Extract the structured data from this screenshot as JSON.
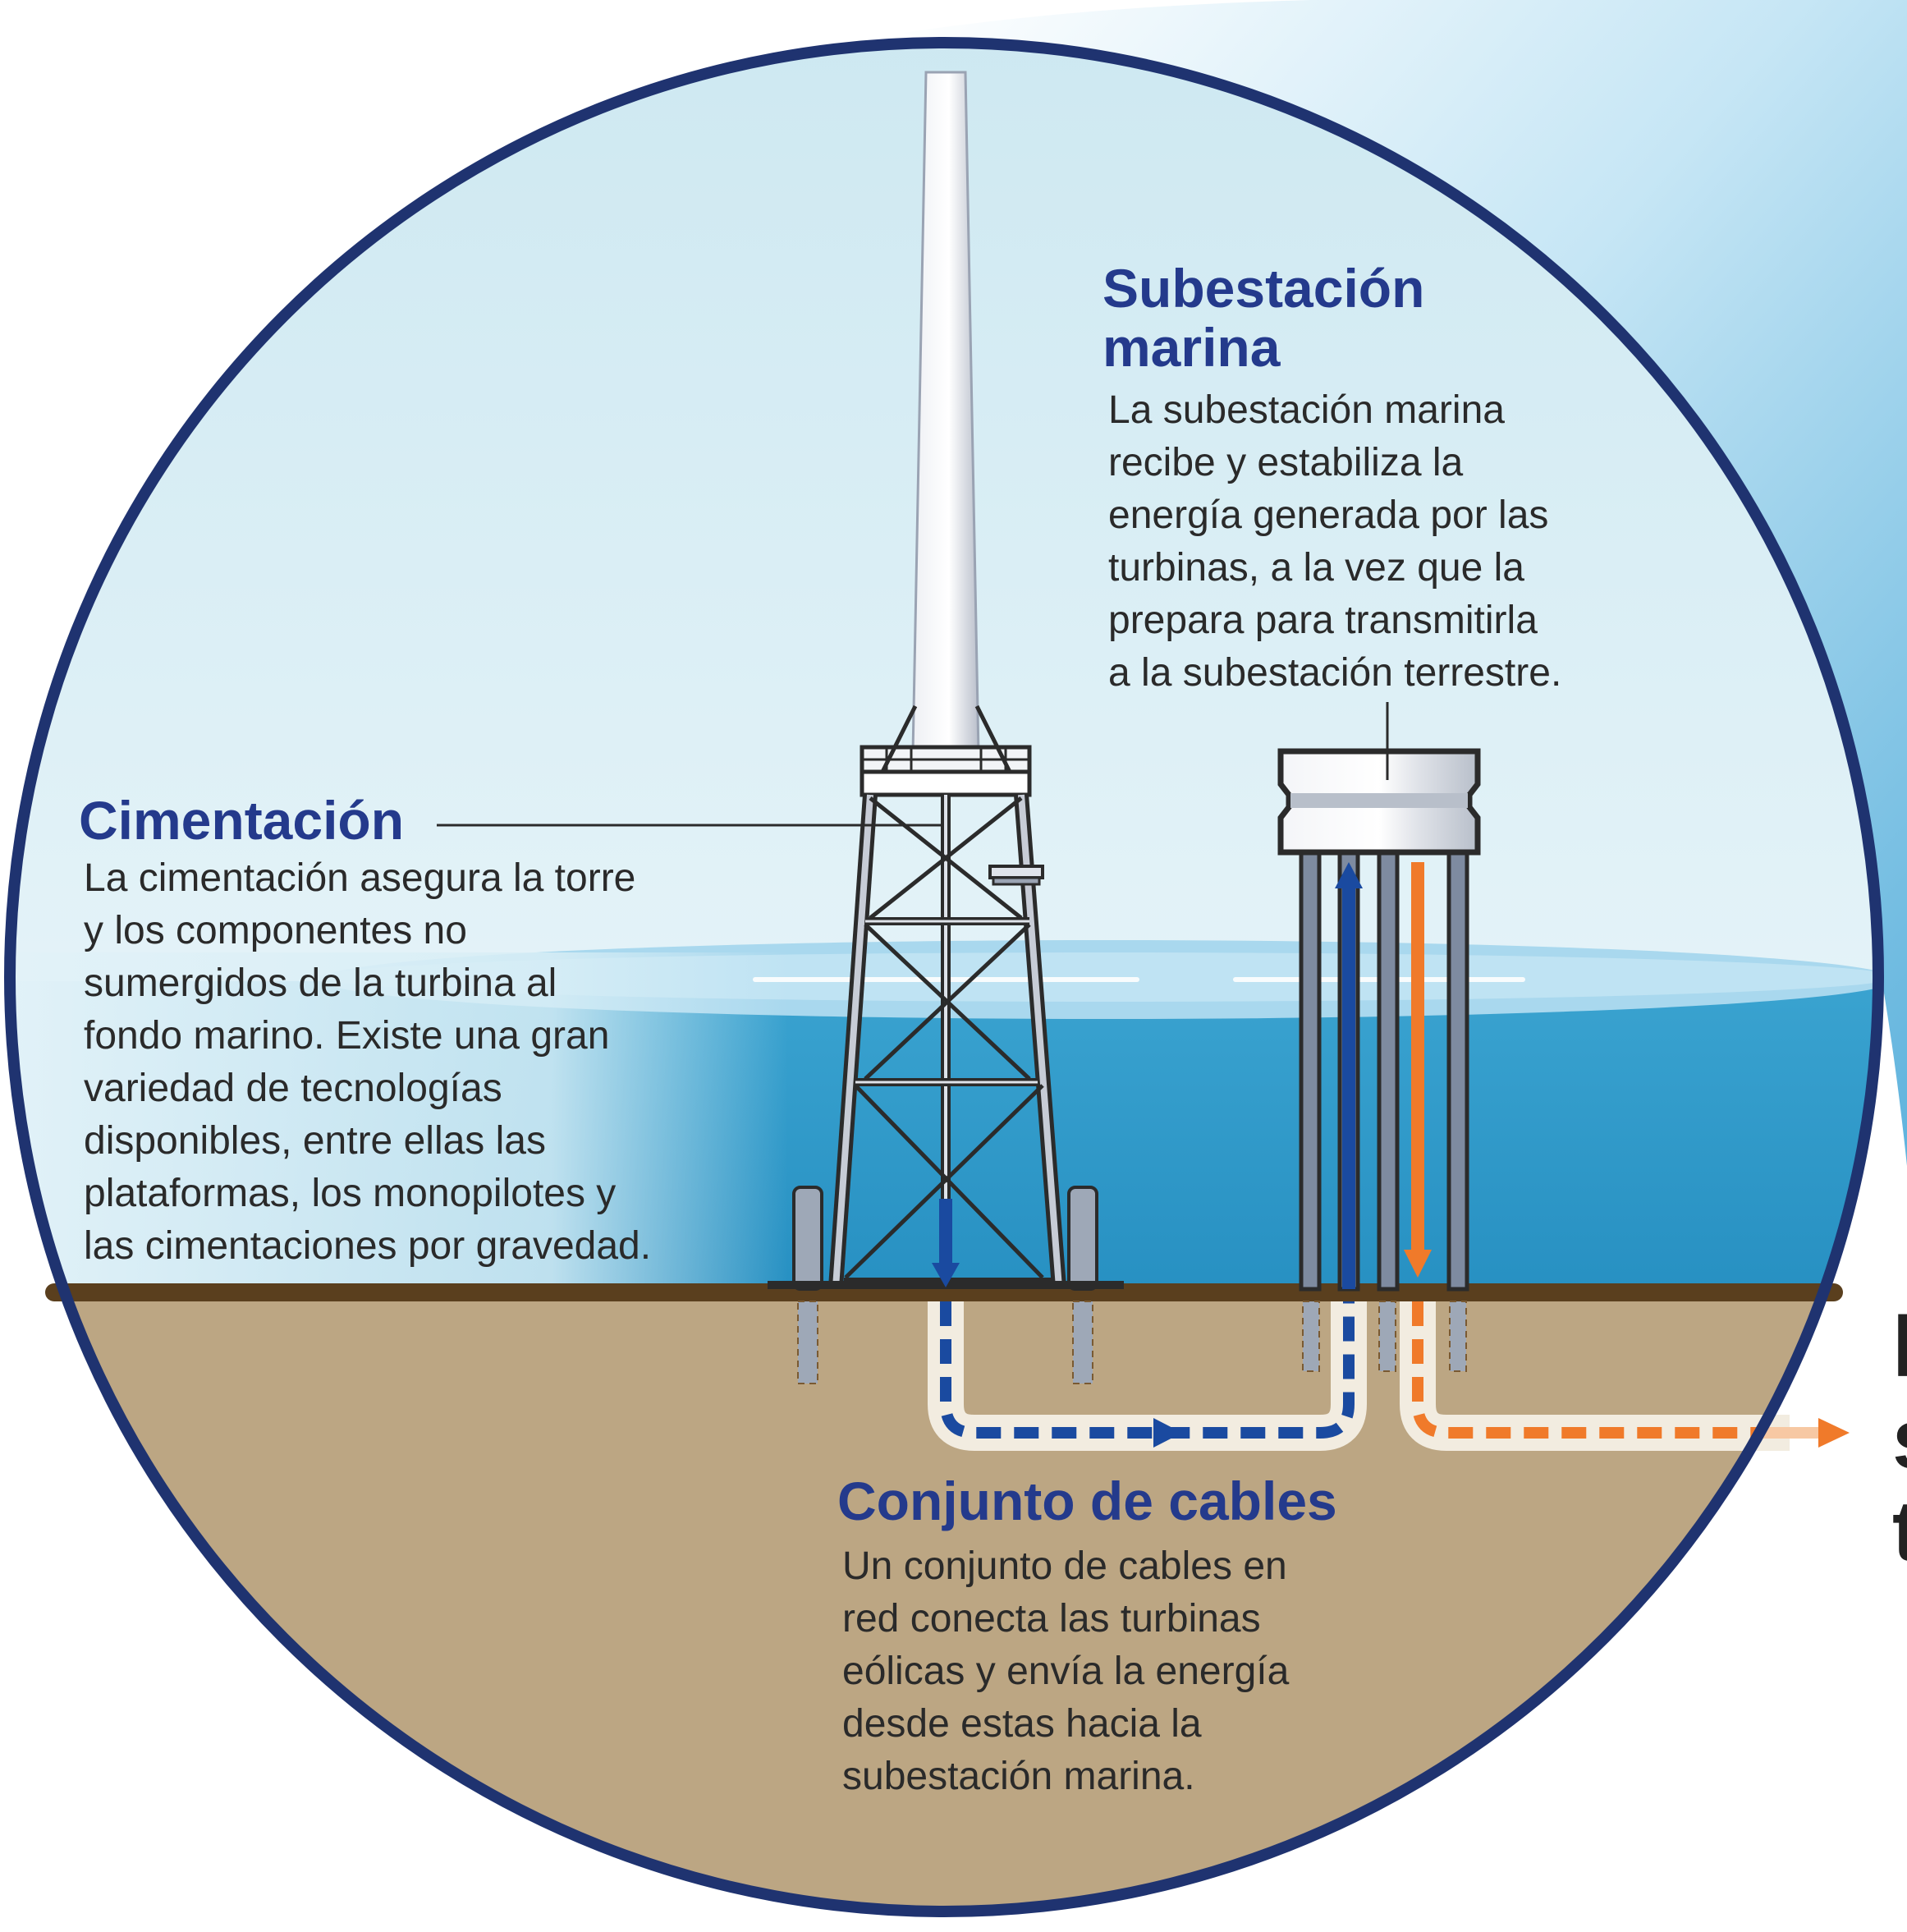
{
  "substation": {
    "title_line1": "Subestación",
    "title_line2": "marina",
    "body": [
      "La subestación marina",
      "recibe y estabiliza la",
      "energía generada por las",
      "turbinas, a la vez que la",
      "prepara para transmitirla",
      "a la subestación terrestre."
    ]
  },
  "foundation": {
    "title": "Cimentación",
    "body": [
      "La cimentación asegura la torre",
      "y los componentes no",
      "sumergidos de la turbina al",
      "fondo marino. Existe una gran",
      "variedad de tecnologías",
      "disponibles, entre ellas las",
      "plataformas, los monopilotes y",
      "las cimentaciones por gravedad."
    ]
  },
  "cables": {
    "title": "Conjunto de cables",
    "body": [
      "Un conjunto de cables en",
      "red conecta las turbinas",
      "eólicas y envía la energía",
      "desde estas hacia la",
      "subestación marina."
    ]
  },
  "offscreen_label": {
    "lines": [
      "l",
      "s",
      "t"
    ]
  },
  "colors": {
    "outline": "#1f3370",
    "sky": "#dcf0f6",
    "water": "#2d97c7",
    "seabed": "#bca683",
    "seabed_line": "#5a3f1e",
    "cable_blue": "#1a4aa0",
    "cable_orange": "#f07a2a",
    "heading": "#243a8c"
  }
}
